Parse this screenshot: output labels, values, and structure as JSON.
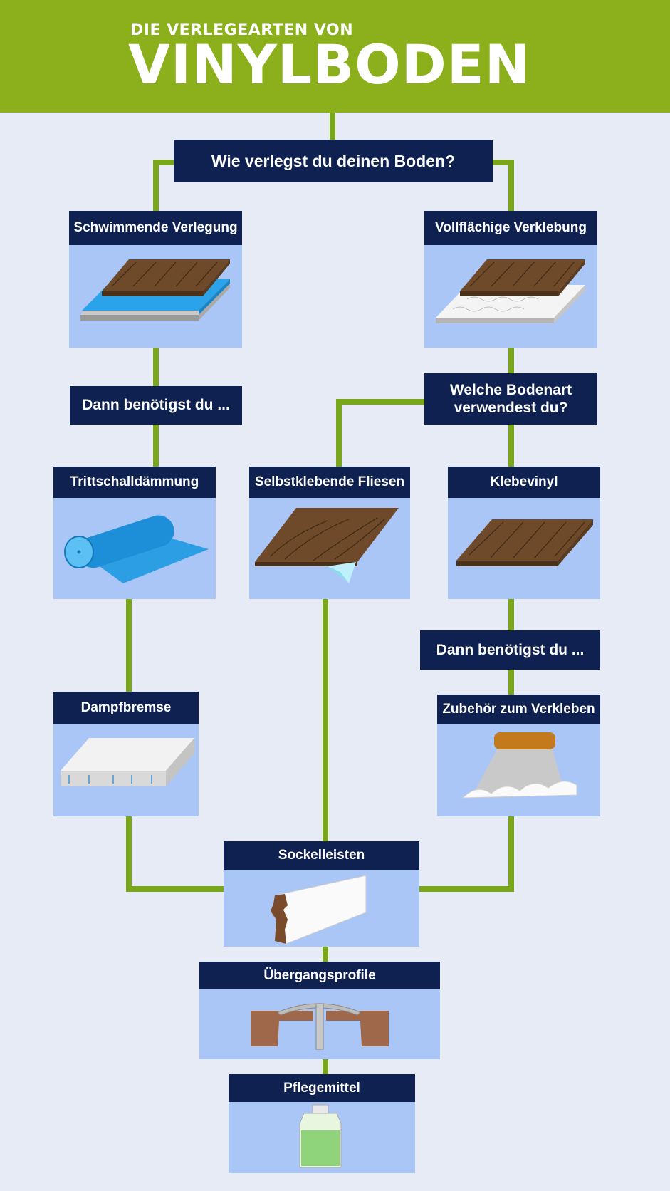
{
  "header": {
    "subtitle": "DIE VERLEGEARTEN VON",
    "title": "VINYLBODEN"
  },
  "question_main": "Wie verlegst du deinen Boden?",
  "question_floor_type": "Welche Bodenart verwendest du?",
  "then_you_need_left": "Dann benötigst du ...",
  "then_you_need_right": "Dann benötigst du ...",
  "boxes": {
    "schwimmend": "Schwimmende Verlegung",
    "vollflaechig": "Vollflächige Verklebung",
    "trittschall": "Trittschalldämmung",
    "selbstklebend": "Selbstklebende Fliesen",
    "klebevinyl": "Klebevinyl",
    "dampfbremse": "Dampfbremse",
    "zubehoer": "Zubehör zum Verkleben",
    "sockelleisten": "Sockelleisten",
    "uebergang": "Übergangsprofile",
    "pflege": "Pflegemittel"
  },
  "colors": {
    "header_green": "#8bb01c",
    "line_green": "#7aa61c",
    "navy": "#0e2150",
    "image_blue": "#a9c6f7",
    "background": "#e6ebf6"
  }
}
